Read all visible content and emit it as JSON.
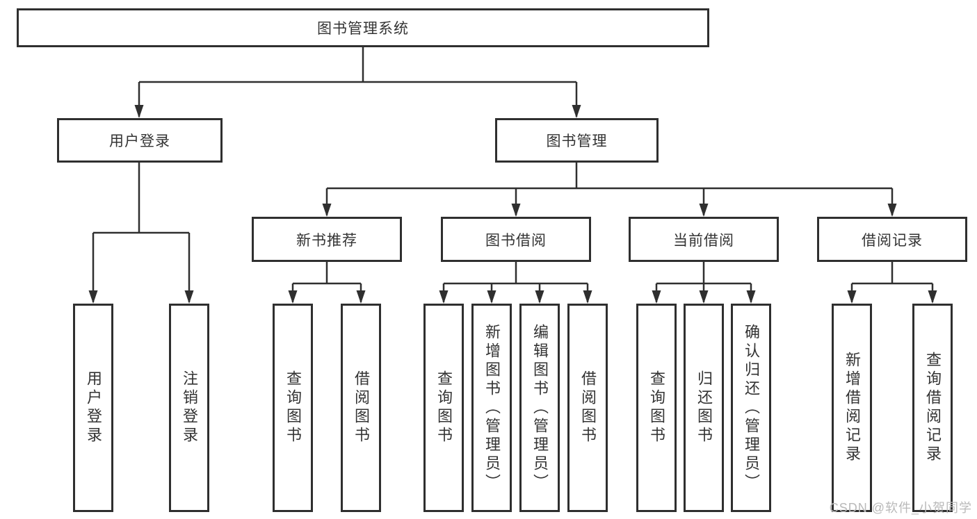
{
  "diagram_type": "hierarchy-tree",
  "colors": {
    "line": "#2f2f2f",
    "box_border": "#2f2f2f",
    "text": "#333333",
    "background": "#ffffff",
    "watermark": "#b9b9b9"
  },
  "tree": {
    "label": "图书管理系统",
    "children": [
      {
        "label": "用户登录",
        "children": [
          {
            "label": "用户登录"
          },
          {
            "label": "注销登录"
          }
        ]
      },
      {
        "label": "图书管理",
        "children": [
          {
            "label": "新书推荐",
            "children": [
              {
                "label": "查询图书"
              },
              {
                "label": "借阅图书"
              }
            ]
          },
          {
            "label": "图书借阅",
            "children": [
              {
                "label": "查询图书"
              },
              {
                "label": "新增图书（管理员）"
              },
              {
                "label": "编辑图书（管理员）"
              },
              {
                "label": "借阅图书"
              }
            ]
          },
          {
            "label": "当前借阅",
            "children": [
              {
                "label": "查询图书"
              },
              {
                "label": "归还图书"
              },
              {
                "label": "确认归还（管理员）"
              }
            ]
          },
          {
            "label": "借阅记录",
            "children": [
              {
                "label": "新增借阅记录"
              },
              {
                "label": "查询借阅记录"
              }
            ]
          }
        ]
      }
    ]
  },
  "watermark": "CSDN @软件_小贺同学"
}
